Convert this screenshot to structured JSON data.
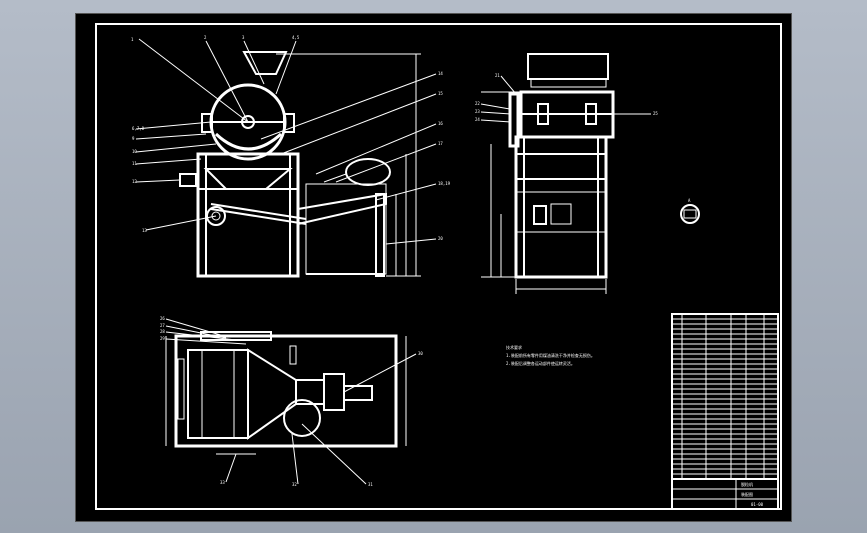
{
  "viewer": {
    "background": "#a8b0bc",
    "sheet_color": "#000000",
    "line_color": "#ffffff"
  },
  "drawing": {
    "views": [
      "front-view",
      "side-view",
      "top-view",
      "detail-view"
    ],
    "notes": {
      "heading": "技术要求",
      "line1": "1.装配前所有零件用煤油清洗干净并检查无损伤。",
      "line2": "2.装配后调整各运动部件使运转灵活。"
    },
    "title_block": {
      "title_line1": "脱粒机",
      "title_line2": "装配图",
      "drawing_no": "01-00"
    }
  }
}
